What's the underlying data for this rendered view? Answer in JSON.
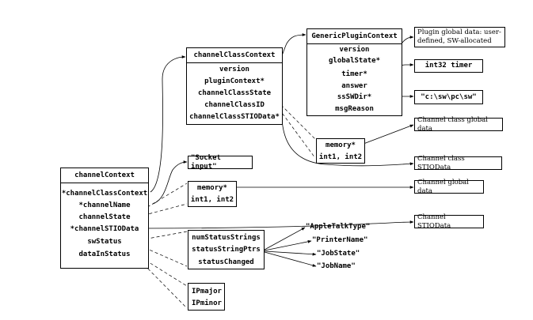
{
  "channelContext": {
    "title": "channelContext",
    "fields": [
      "*channelClassContext",
      "*channelName",
      "channelState",
      "*channelSTIOData",
      "swStatus",
      "dataInStatus"
    ]
  },
  "channelClassContext": {
    "title": "channelClassContext",
    "fields": [
      "version",
      "pluginContext*",
      "channelClassState",
      "channelClassID",
      "channelClassSTIOData*"
    ]
  },
  "genericPluginContext": {
    "title": "GenericPluginContext",
    "fields": [
      "version",
      "globalState*",
      "timer*",
      "answer",
      "ssSWDir*",
      "msgReason"
    ]
  },
  "classMemory": {
    "fields": [
      "memory*",
      "int1, int2"
    ]
  },
  "channelMemory": {
    "fields": [
      "memory*",
      "int1, int2"
    ]
  },
  "statusBox": {
    "fields": [
      "numStatusStrings",
      "statusStringPtrs",
      "statusChanged"
    ]
  },
  "ipBox": {
    "fields": [
      "IPmajor",
      "IPminor"
    ]
  },
  "socketInput": "\"Socket input\"",
  "targets": {
    "pluginGlobal": "Plugin global data: user-defined, SW-allocated",
    "timerType": "int32 timer",
    "swDir": "\"c:\\sw\\pc\\sw\"",
    "classGlobal": "Channel class global data",
    "classSTIO": "Channel class STIOData",
    "channelGlobal": "Channel global data",
    "channelSTIO": "Channel STIOData"
  },
  "statusStrings": [
    "\"AppleTalkType\"",
    "\"PrinterName\"",
    "\"JobState\"",
    "\"JobName\""
  ]
}
